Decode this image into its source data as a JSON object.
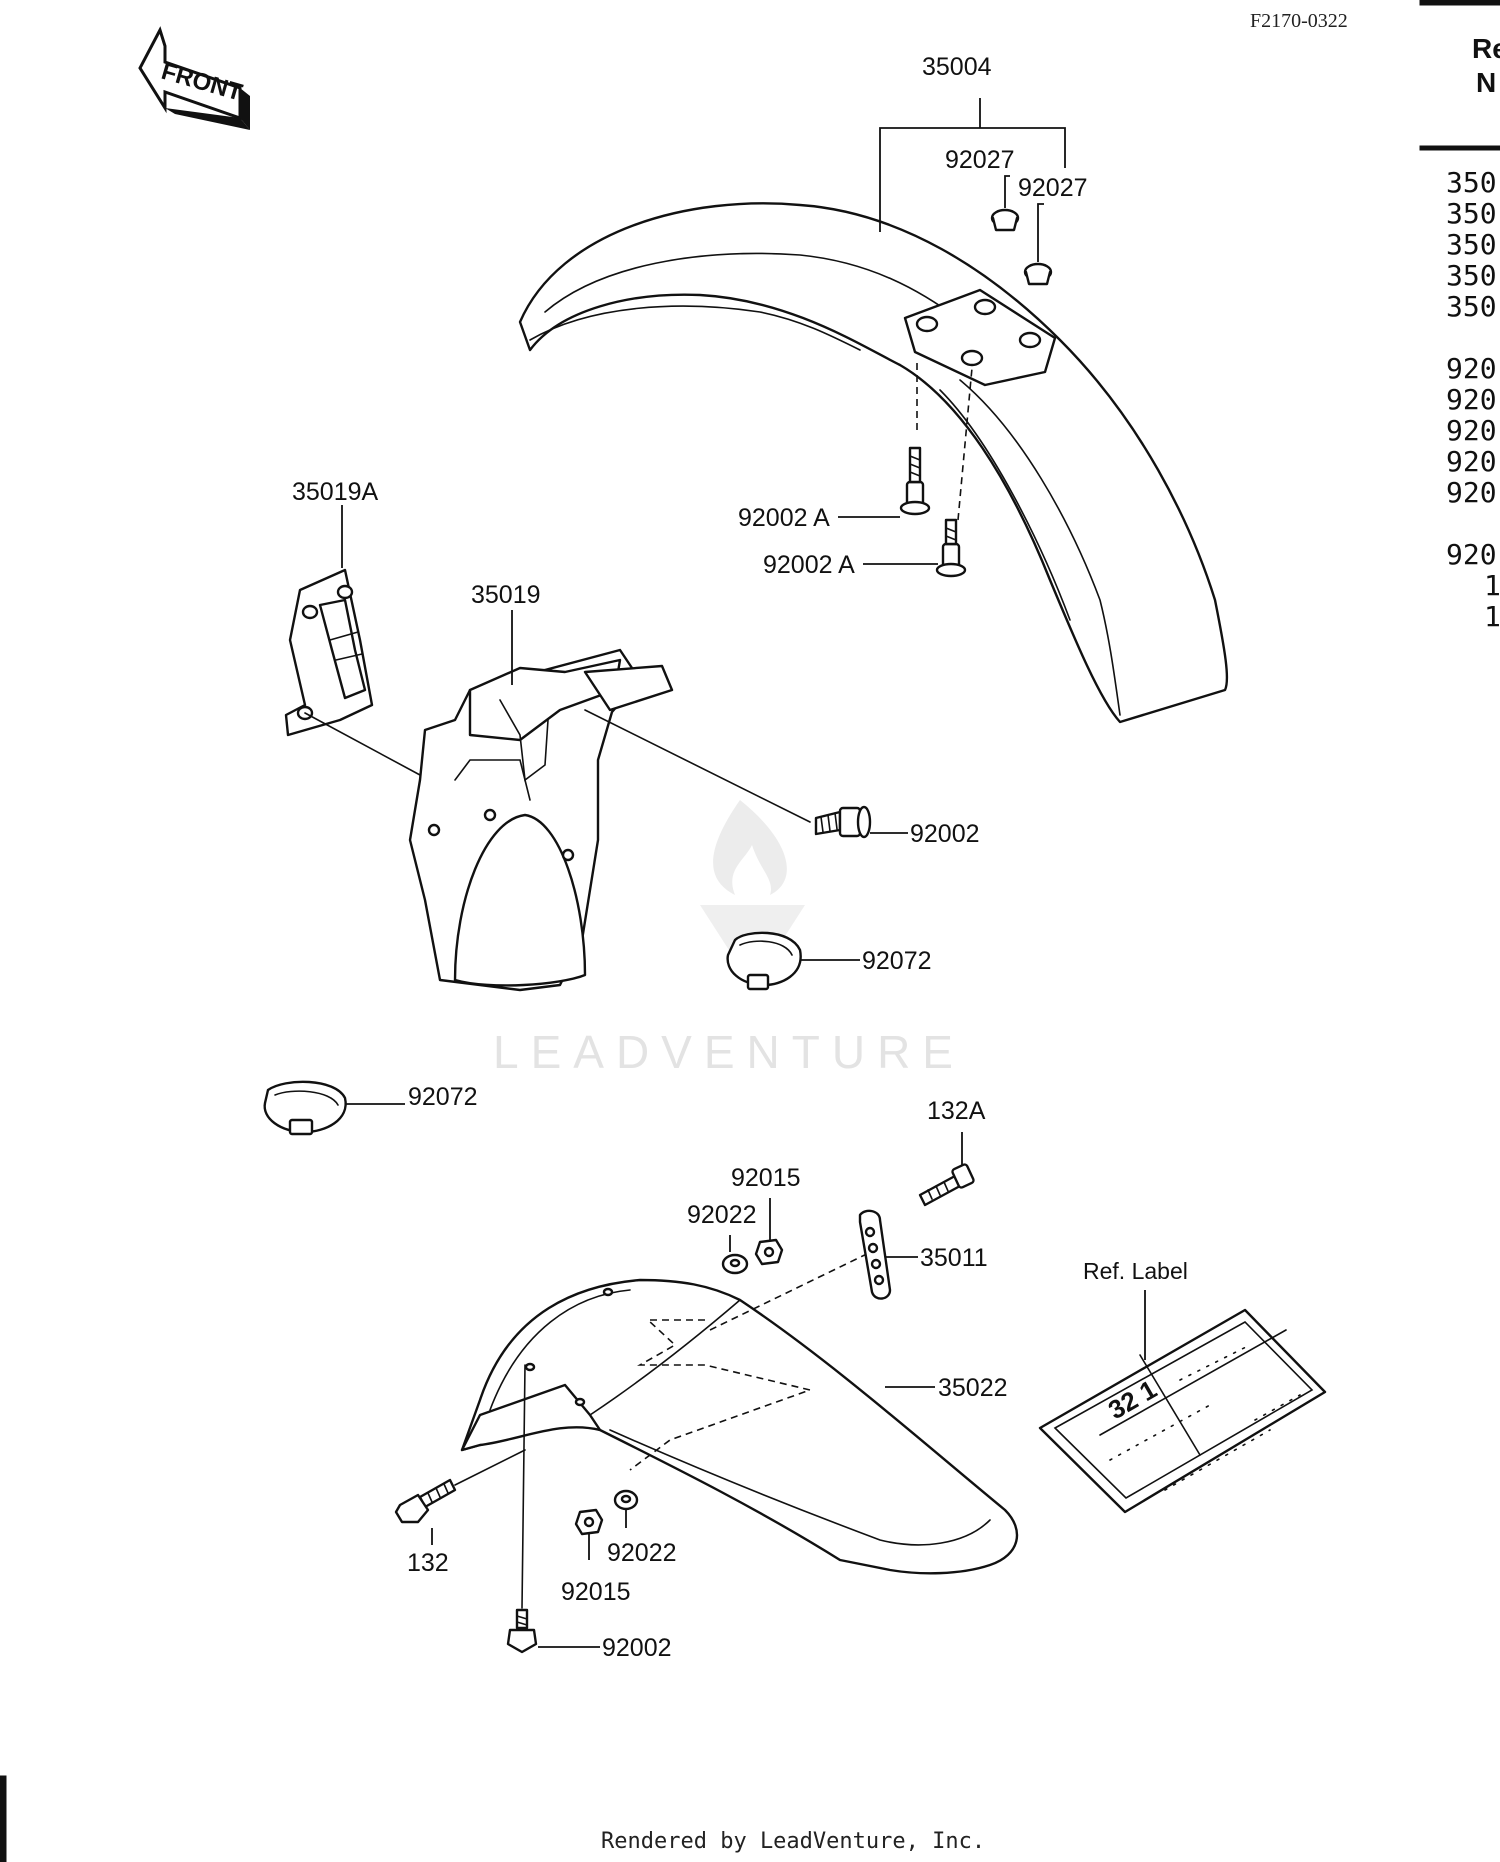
{
  "figure_code": "F2170-0322",
  "front_label": "FRONT",
  "watermark": "LEADVENTURE",
  "footer": "Rendered by LeadVenture, Inc.",
  "ref_label_title": "Ref. Label",
  "ref_label_digits": "32 1",
  "callouts": {
    "c35004": "35004",
    "c92027a": "92027",
    "c92027b": "92027",
    "c92002Aa": "92002 A",
    "c92002Ab": "92002 A",
    "c35019A": "35019A",
    "c35019": "35019",
    "c92002a": "92002",
    "c92072a": "92072",
    "c92072b": "92072",
    "c132A": "132A",
    "c92015a": "92015",
    "c92022a": "92022",
    "c35011": "35011",
    "c35022": "35022",
    "c132": "132",
    "c92022b": "92022",
    "c92015b": "92015",
    "c92002b": "92002"
  },
  "side_table": {
    "header": [
      "Re",
      "N"
    ],
    "rows": [
      "350",
      "350",
      "350",
      "350",
      "350",
      "920",
      "920",
      "920",
      "920",
      "920",
      "920",
      "1",
      "1"
    ]
  }
}
